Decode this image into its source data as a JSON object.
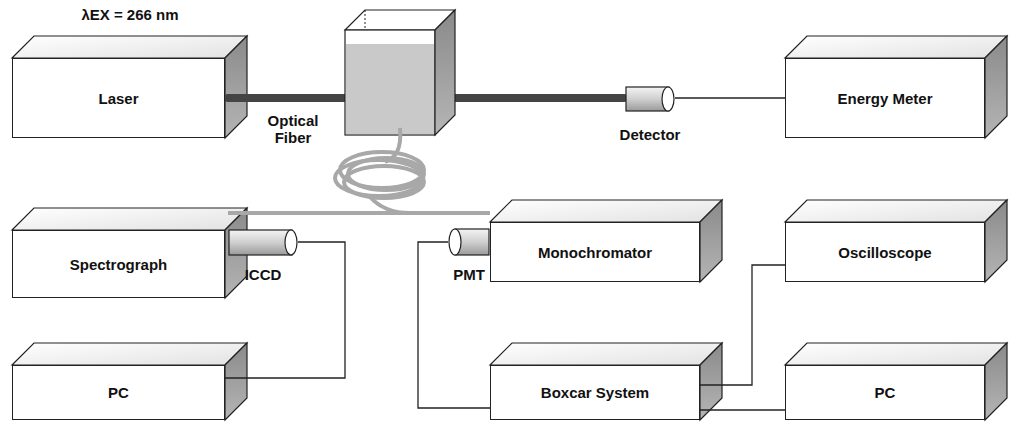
{
  "diagram": {
    "nodes": [
      {
        "text": [
          "Laser"
        ]
      },
      {
        "text": [
          "Detector"
        ]
      },
      {
        "text": [
          "Energy Meter"
        ]
      },
      {
        "text": [
          "Spectrograph"
        ]
      },
      {
        "text": [
          "ICCD"
        ]
      },
      {
        "text": [
          "PMT"
        ]
      },
      {
        "text": [
          "Monochromator"
        ]
      },
      {
        "text": [
          "Oscilloscope"
        ]
      },
      {
        "text": [
          "PC"
        ]
      },
      {
        "text": [
          "Boxcar System"
        ]
      },
      {
        "text": [
          "PC"
        ]
      }
    ],
    "edges": [
      {
        "from": 1,
        "to": 2,
        "arrow": "none"
      },
      {
        "from": 4,
        "to": 8,
        "arrow": "none"
      },
      {
        "from": 5,
        "to": 9,
        "arrow": "none"
      },
      {
        "from": 9,
        "to": 7,
        "arrow": "none"
      },
      {
        "from": 9,
        "to": 10,
        "arrow": "none"
      }
    ],
    "labels": [
      "λEX = 266 nm",
      "Optical Fiber"
    ]
  }
}
